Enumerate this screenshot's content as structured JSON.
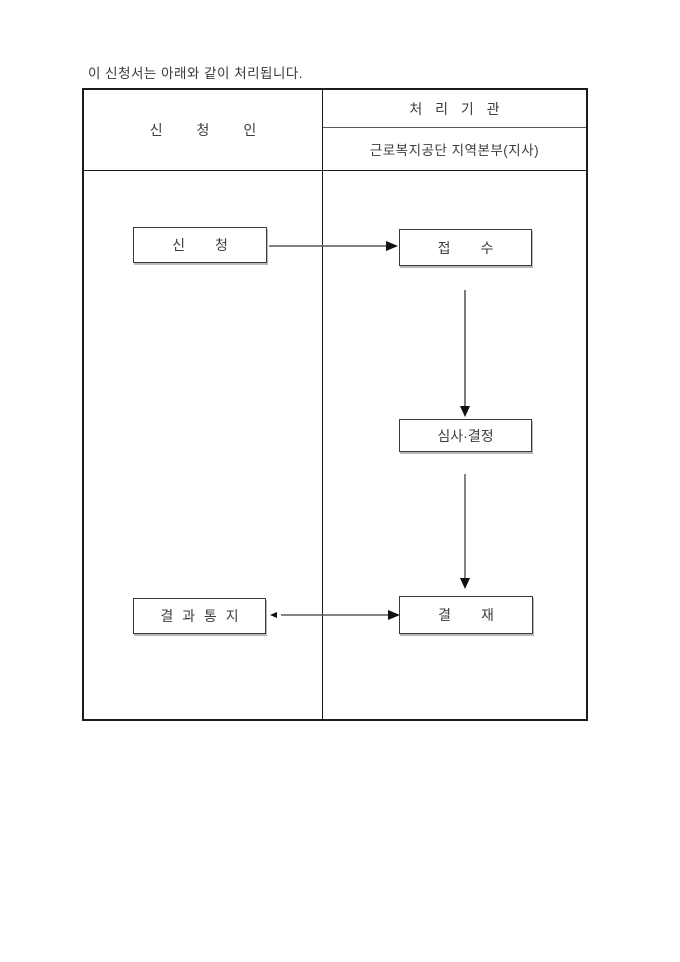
{
  "intro": {
    "text": "이 신청서는 아래와 같이 처리됩니다."
  },
  "table": {
    "applicant_header": "신 청 인",
    "agency_header": "처 리 기 관",
    "agency_sub_header": "근로복지공단 지역본부(지사)"
  },
  "flow": {
    "apply_label": "신 청",
    "receive_label": "접 수",
    "review_label": "심사·결정",
    "approval_label": "결 재",
    "notice_label": "결 과 통 지"
  },
  "colors": {
    "table_border": "#1c1c1c",
    "box_border": "#3a3a3a",
    "text": "#3d3d3d",
    "arrow_line": "#5a5a5a",
    "arrow_head": "#111111",
    "background": "#ffffff"
  }
}
